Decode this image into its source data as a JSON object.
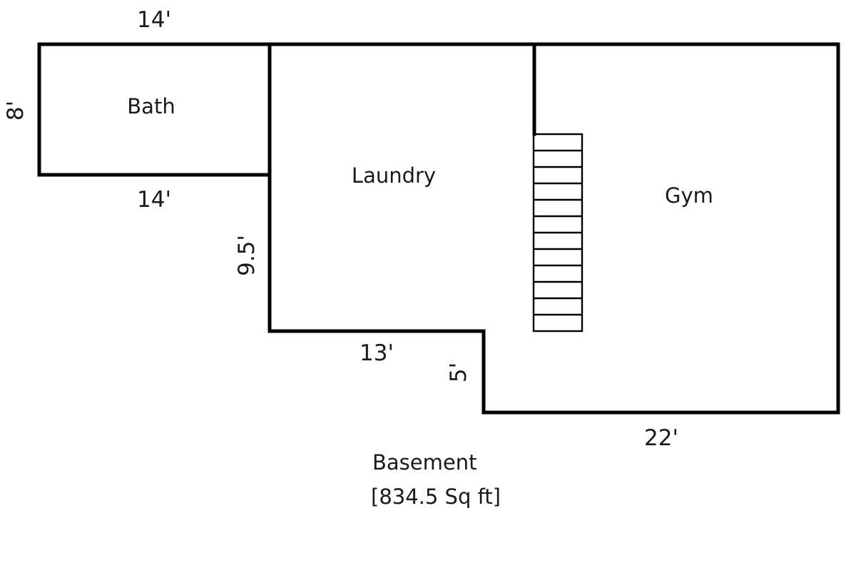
{
  "rooms": {
    "bath": "Bath",
    "laundry": "Laundry",
    "gym": "Gym"
  },
  "dimensions": {
    "bath_top": "14'",
    "bath_side": "8'",
    "bath_bottom": "14'",
    "laundry_side": "9.5'",
    "laundry_bottom": "13'",
    "step_side": "5'",
    "gym_bottom": "22'"
  },
  "caption": {
    "title": "Basement",
    "area": "[834.5 Sq ft]"
  },
  "stairs": {
    "tread_count": 12
  }
}
